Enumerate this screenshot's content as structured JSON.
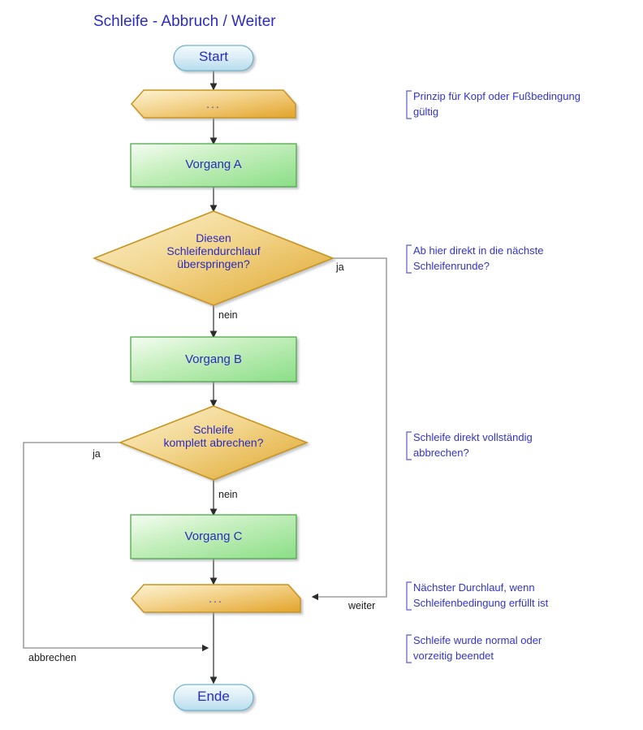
{
  "diagram": {
    "title": "Schleife - Abbruch / Weiter",
    "title_color": "#2b2bbf",
    "background": "#ffffff"
  },
  "palette": {
    "terminal_fill_light": "#f2fafd",
    "terminal_fill_dark": "#b3dced",
    "terminal_stroke": "#6fb2cc",
    "process_fill_light": "#f2fcf0",
    "process_fill_dark": "#8ee08a",
    "process_stroke": "#4fa84a",
    "decision_fill_light": "#f8ecc4",
    "decision_fill_dark": "#e0a82e",
    "decision_stroke": "#c8951f",
    "loop_fill_light": "#fbeec4",
    "loop_fill_dark": "#e7a62a",
    "loop_stroke": "#c8951f",
    "connector": "#3a3a3a",
    "connector_thin": "#808080",
    "label_text": "#2b2bbf",
    "annotation_text": "#3333cc",
    "edge_label_text": "#1a1a1a"
  },
  "nodes": [
    {
      "id": "start",
      "type": "terminal",
      "label": "Start"
    },
    {
      "id": "loop_top",
      "type": "loop",
      "label": "..."
    },
    {
      "id": "vorgang_a",
      "type": "process",
      "label": "Vorgang A"
    },
    {
      "id": "decision1",
      "type": "decision",
      "label": "Diesen\nSchleifendurchlauf\nüberspringen?"
    },
    {
      "id": "vorgang_b",
      "type": "process",
      "label": "Vorgang B"
    },
    {
      "id": "decision2",
      "type": "decision",
      "label": "Schleife\nkomplett abrechen?"
    },
    {
      "id": "vorgang_c",
      "type": "process",
      "label": "Vorgang C"
    },
    {
      "id": "loop_bot",
      "type": "loop",
      "label": "..."
    },
    {
      "id": "ende",
      "type": "terminal",
      "label": "Ende"
    }
  ],
  "edge_labels": [
    {
      "id": "d1_ja",
      "text": "ja"
    },
    {
      "id": "d1_nein",
      "text": "nein"
    },
    {
      "id": "d2_ja",
      "text": "ja"
    },
    {
      "id": "d2_nein",
      "text": "nein"
    },
    {
      "id": "weiter",
      "text": "weiter"
    },
    {
      "id": "abbrechen",
      "text": "abbrechen"
    }
  ],
  "annotations": [
    {
      "id": "anno1",
      "text": "Prinzip für Kopf oder Fußbedingung\ngültig"
    },
    {
      "id": "anno2",
      "text": "Ab hier direkt in die nächste\nSchleifenrunde?"
    },
    {
      "id": "anno3",
      "text": "Schleife direkt vollständig\nabbrechen?"
    },
    {
      "id": "anno4",
      "text": "Nächster Durchlauf, wenn\nSchleifenbedingung erfüllt ist"
    },
    {
      "id": "anno5",
      "text": "Schleife wurde normal oder\nvorzeitig beendet"
    }
  ]
}
